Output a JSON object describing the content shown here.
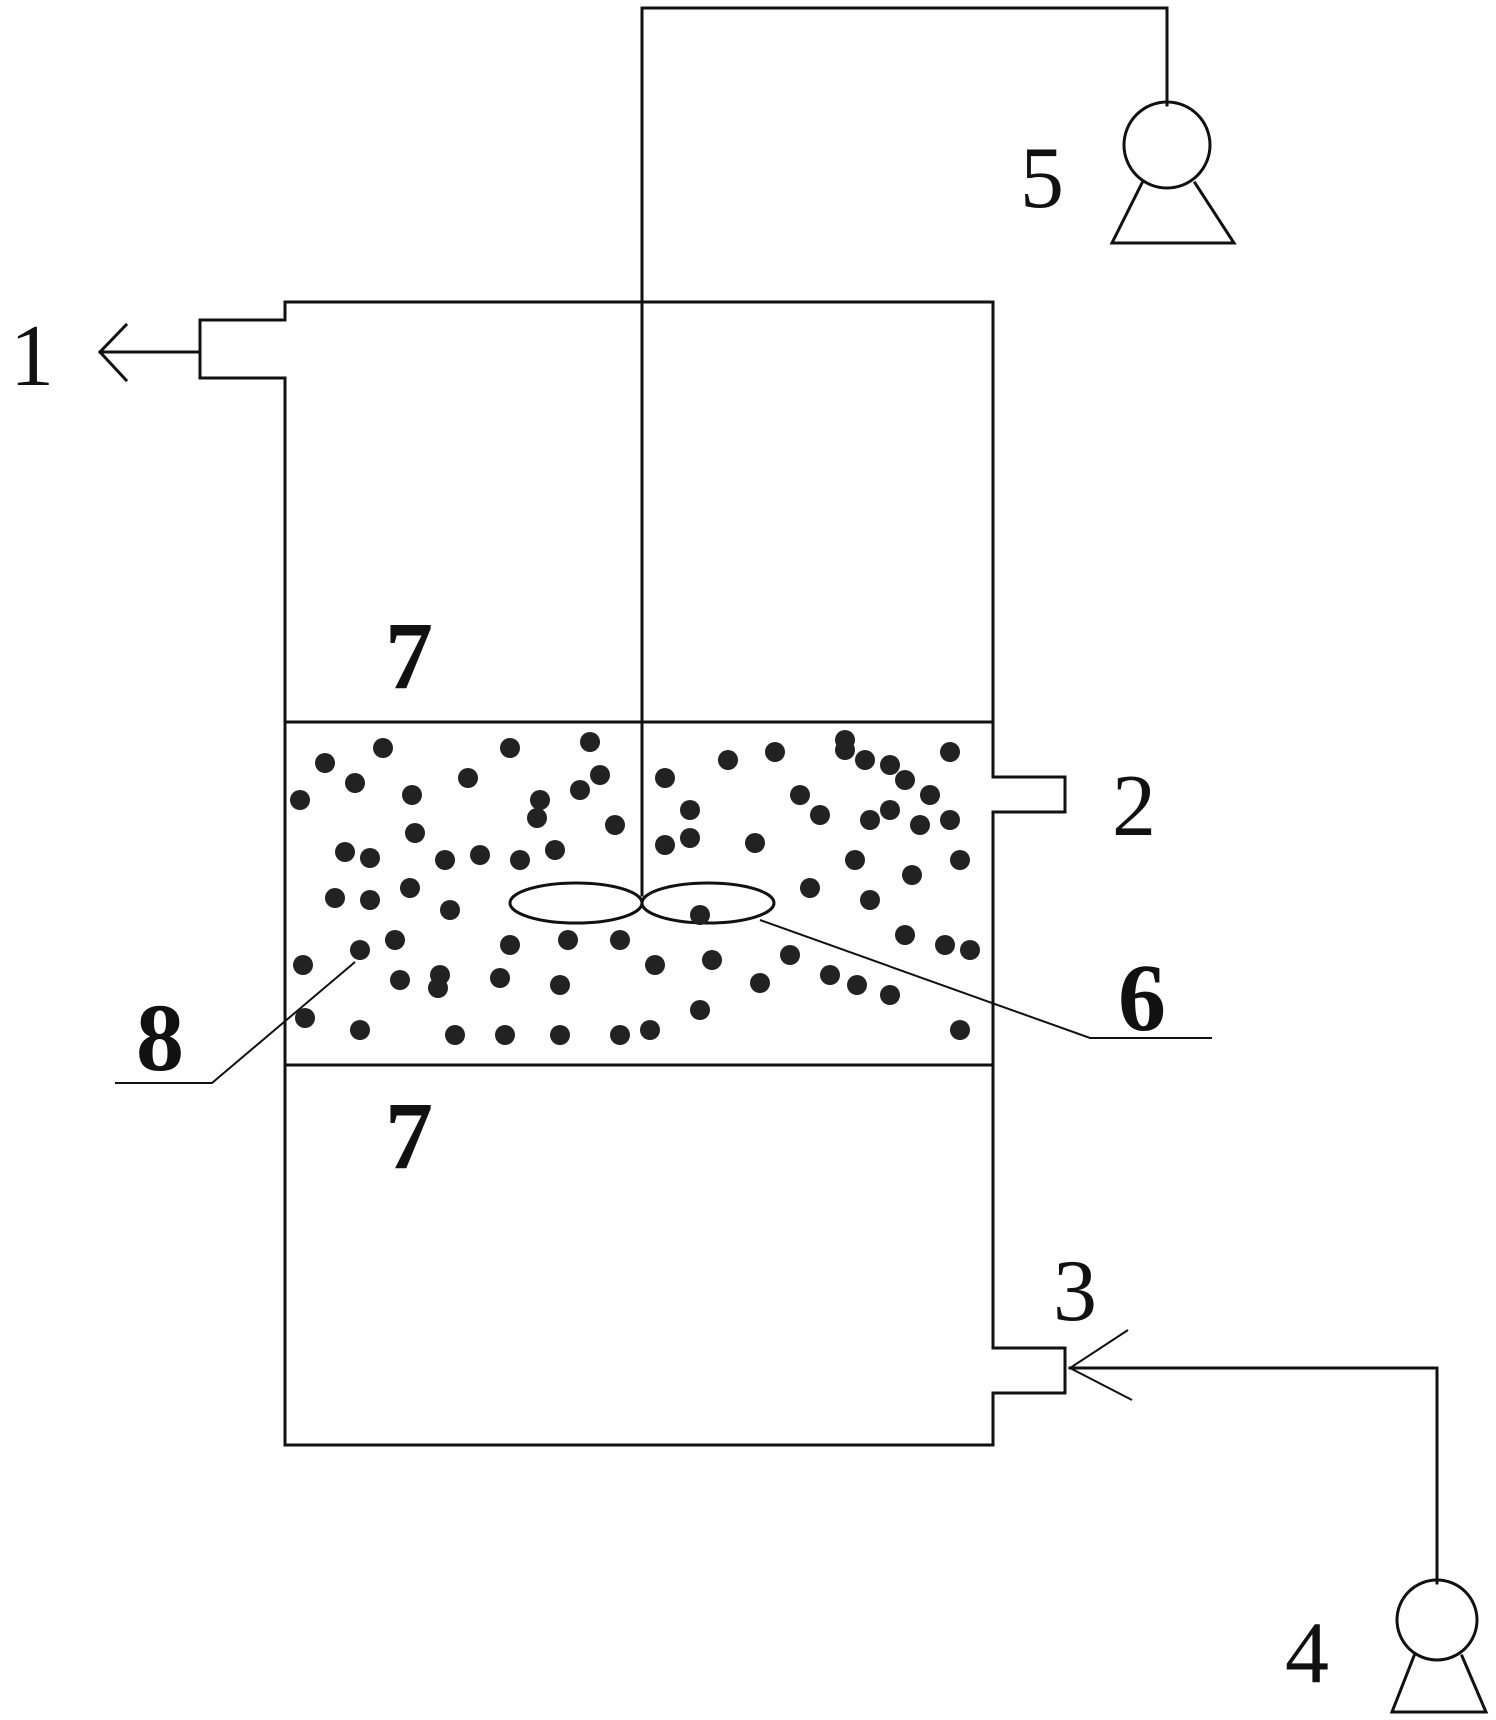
{
  "labels": {
    "outlet_top": "1",
    "outlet_side": "2",
    "inlet": "3",
    "feed_pump": "4",
    "stirrer_motor": "5",
    "impeller": "6",
    "zone_upper": "7",
    "zone_lower": "7",
    "particles": "8"
  },
  "icons": {
    "pump_top": "pump-icon",
    "pump_bottom": "pump-icon",
    "arrow_out": "arrow-left-icon",
    "arrow_in": "arrow-left-icon",
    "impeller": "propeller-icon"
  },
  "colors": {
    "stroke": "#111111",
    "particle": "#222222",
    "background": "#ffffff"
  }
}
